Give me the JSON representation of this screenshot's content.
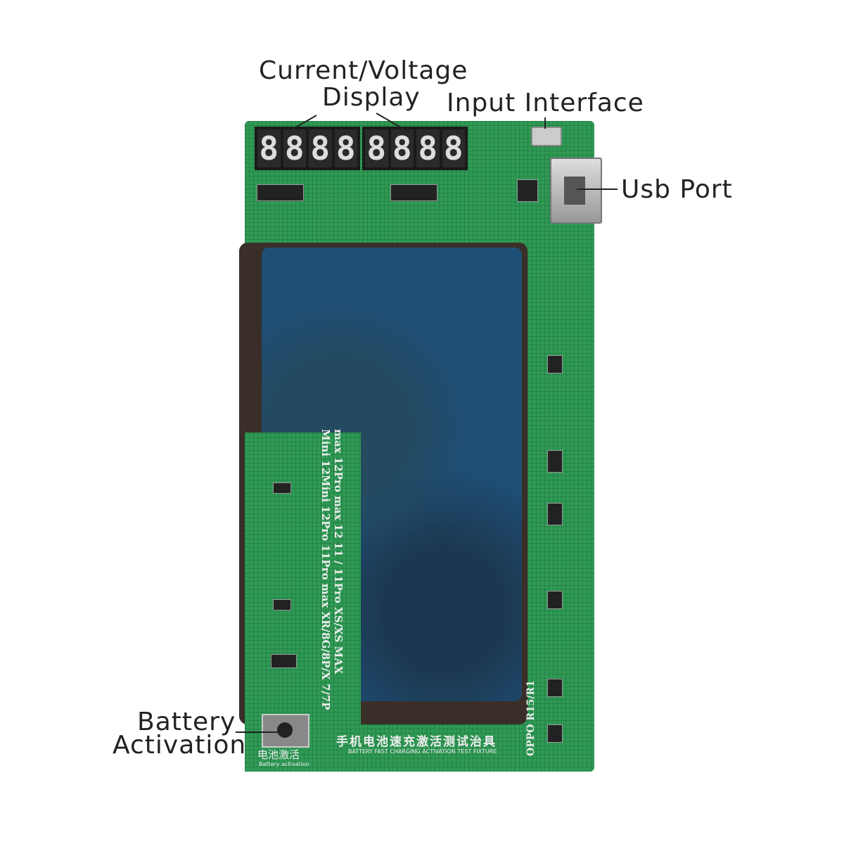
{
  "callouts": {
    "display_line1": "Current/Voltage",
    "display_line2": "Display",
    "input": "Input Interface",
    "usb": "Usb Port",
    "activation_line1": "Battery",
    "activation_line2": "Activation"
  },
  "board": {
    "display_left": [
      "8",
      "8",
      "8",
      "8"
    ],
    "display_right": [
      "8",
      "8",
      "8",
      "8"
    ],
    "models_line1": "max 12Pro max 12 11 / 11Pro XS/XS MAX",
    "models_line2": "Mini 12Mini 12Pro 11Pro max XR/8G/8P/X  7/7P",
    "fixture_title_cn": "手机电池速充激活测试治具",
    "fixture_title_en": "BATTERY FAST CHARGING ACTIVATION TEST FIXTURE",
    "oppo_label": "OPPO R15/R1",
    "activation_cn": "电池激活",
    "activation_en": "Battery activation"
  },
  "colors": {
    "board": "#2f9a55",
    "battery_label": "#1f4e75"
  }
}
